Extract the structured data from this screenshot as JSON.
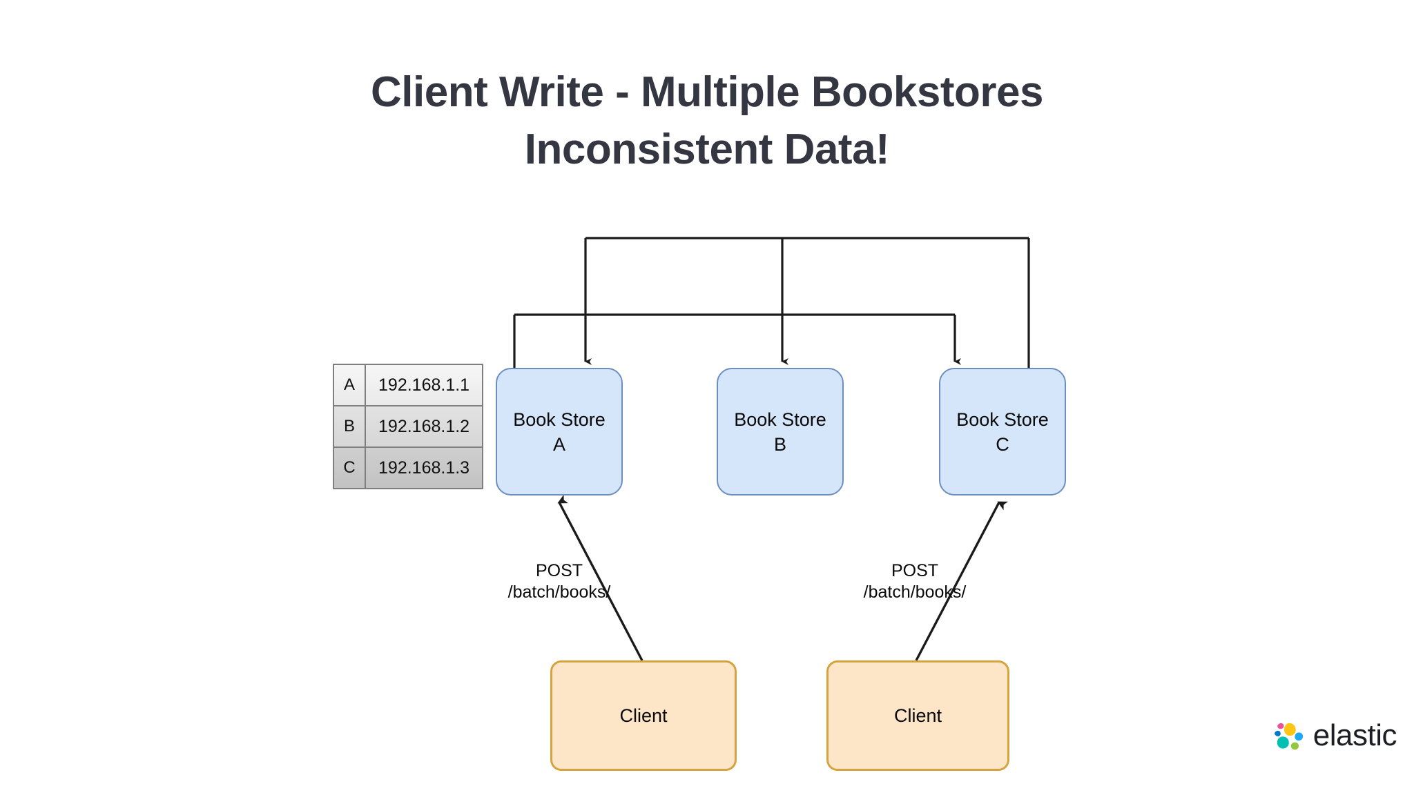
{
  "title": {
    "line1": "Client Write - Multiple Bookstores",
    "line2": "Inconsistent Data!",
    "color": "#343741"
  },
  "ip_table": {
    "rows": [
      {
        "key": "A",
        "value": "192.168.1.1"
      },
      {
        "key": "B",
        "value": "192.168.1.2"
      },
      {
        "key": "C",
        "value": "192.168.1.3"
      }
    ]
  },
  "nodes": {
    "stores": [
      {
        "id": "store-a",
        "label": "Book Store\nA"
      },
      {
        "id": "store-b",
        "label": "Book Store\nB"
      },
      {
        "id": "store-c",
        "label": "Book Store\nC"
      }
    ],
    "clients": [
      {
        "id": "client-1",
        "label": "Client"
      },
      {
        "id": "client-2",
        "label": "Client"
      }
    ]
  },
  "edges": {
    "post_labels": [
      {
        "method": "POST",
        "path": "/batch/books/"
      },
      {
        "method": "POST",
        "path": "/batch/books/"
      }
    ]
  },
  "colors": {
    "store_fill": "#d6e6fa",
    "store_border": "#6c8ebf",
    "client_fill": "#fde5c8",
    "client_border": "#d6a33f",
    "wire": "#1a1a1a",
    "table_border": "#7f7f7f",
    "background": "#ffffff"
  },
  "branding": {
    "wordmark": "elastic",
    "mark_colors": {
      "pink": "#ee5097",
      "yellow": "#fec514",
      "blue": "#1ba9f5",
      "dark_blue": "#0077cc",
      "teal": "#00bfb3",
      "green": "#7de2d1",
      "lime": "#93c83e",
      "navy": "#343741"
    }
  }
}
